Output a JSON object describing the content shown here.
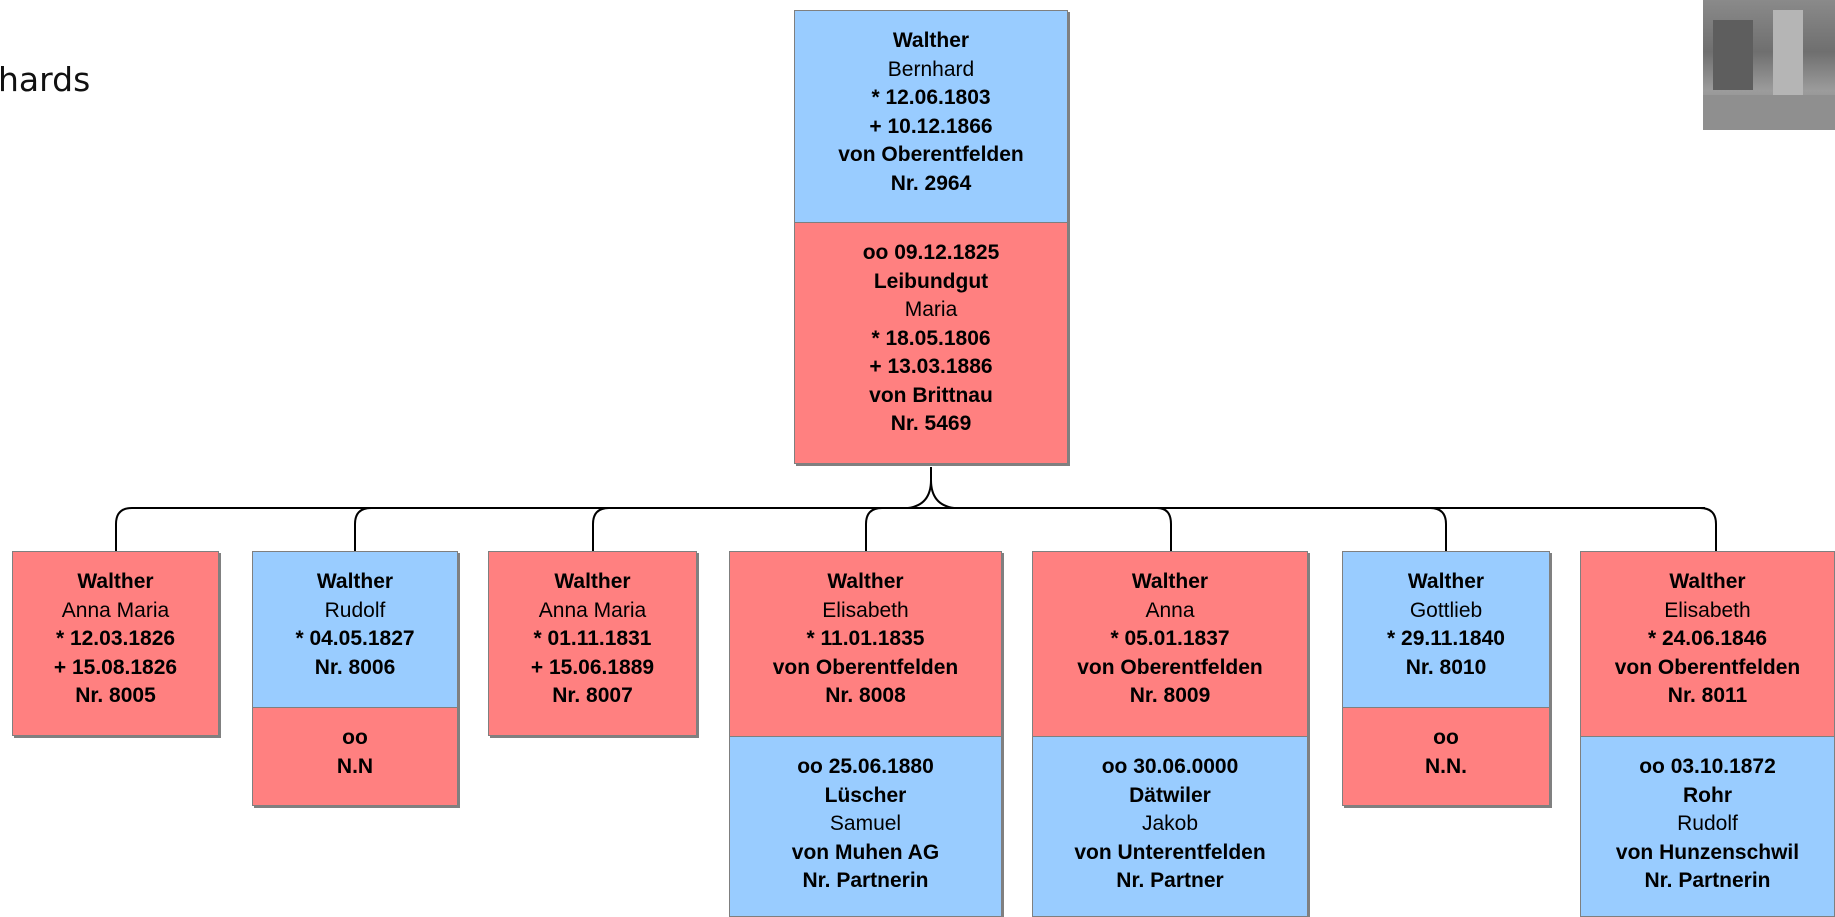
{
  "caption": "hards",
  "parent": {
    "lines": [
      "Walther",
      "Bernhard",
      "* 12.06.1803",
      "+ 10.12.1866",
      "von Oberentfelden",
      "Nr. 2964"
    ],
    "spouse": [
      "oo 09.12.1825",
      "Leibundgut",
      "Maria",
      "* 18.05.1806",
      "+ 13.03.1886",
      "von Brittnau",
      "Nr. 5469"
    ]
  },
  "children": [
    {
      "lines": [
        "Walther",
        "Anna Maria",
        "* 12.03.1826",
        "+ 15.08.1826",
        "Nr. 8005"
      ]
    },
    {
      "lines": [
        "Walther",
        "Rudolf",
        "* 04.05.1827",
        "Nr. 8006"
      ],
      "spouse": [
        "oo",
        "N.N"
      ]
    },
    {
      "lines": [
        "Walther",
        "Anna Maria",
        "* 01.11.1831",
        "+ 15.06.1889",
        "Nr. 8007"
      ]
    },
    {
      "lines": [
        "Walther",
        "Elisabeth",
        "* 11.01.1835",
        "von Oberentfelden",
        "Nr. 8008"
      ],
      "spouse": [
        "oo 25.06.1880",
        "Lüscher",
        "Samuel",
        "von Muhen AG",
        "Nr. Partnerin"
      ]
    },
    {
      "lines": [
        "Walther",
        "Anna",
        "* 05.01.1837",
        "von Oberentfelden",
        "Nr. 8009"
      ],
      "spouse": [
        "oo 30.06.0000",
        "Dätwiler",
        "Jakob",
        "von Unterentfelden",
        "Nr. Partner"
      ]
    },
    {
      "lines": [
        "Walther",
        "Gottlieb",
        "* 29.11.1840",
        "Nr. 8010"
      ],
      "spouse": [
        "oo",
        "N.N."
      ]
    },
    {
      "lines": [
        "Walther",
        "Elisabeth",
        "* 24.06.1846",
        "von Oberentfelden",
        "Nr. 8011"
      ],
      "spouse": [
        "oo 03.10.1872",
        "Rohr",
        "Rudolf",
        "von Hunzenschwil",
        "Nr. Partnerin"
      ]
    }
  ]
}
